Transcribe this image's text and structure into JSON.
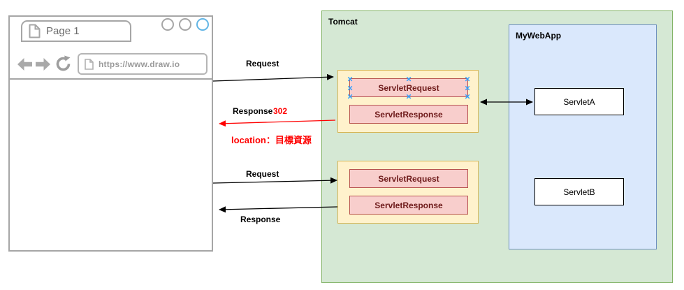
{
  "browser": {
    "tab_label": "Page 1",
    "url": "https://www.draw.io"
  },
  "tomcat": {
    "label": "Tomcat"
  },
  "mywebapp": {
    "label": "MyWebApp"
  },
  "servlet_pairs": [
    {
      "request": "ServletRequest",
      "response": "ServletResponse"
    },
    {
      "request": "ServletRequest",
      "response": "ServletResponse"
    }
  ],
  "servlets": {
    "a": "ServletA",
    "b": "ServletB"
  },
  "flow_labels": {
    "request_top": "Request",
    "response": "Response",
    "status_code": "302",
    "location_note": "location：目標資源",
    "request_mid": "Request",
    "response_bottom": "Response"
  },
  "glyphs": {
    "selection_handle": "×"
  },
  "colors": {
    "tomcat_fill": "#d5e8d4",
    "tomcat_border": "#82b366",
    "webapp_fill": "#dae8fc",
    "webapp_border": "#6c8ebf",
    "pair_fill": "#fff2cc",
    "pair_border": "#d6b656",
    "servlet_obj_fill": "#f8cecc",
    "servlet_obj_border": "#b85450",
    "redirect_red": "#ff0000",
    "selection_blue": "#2f9fff"
  }
}
